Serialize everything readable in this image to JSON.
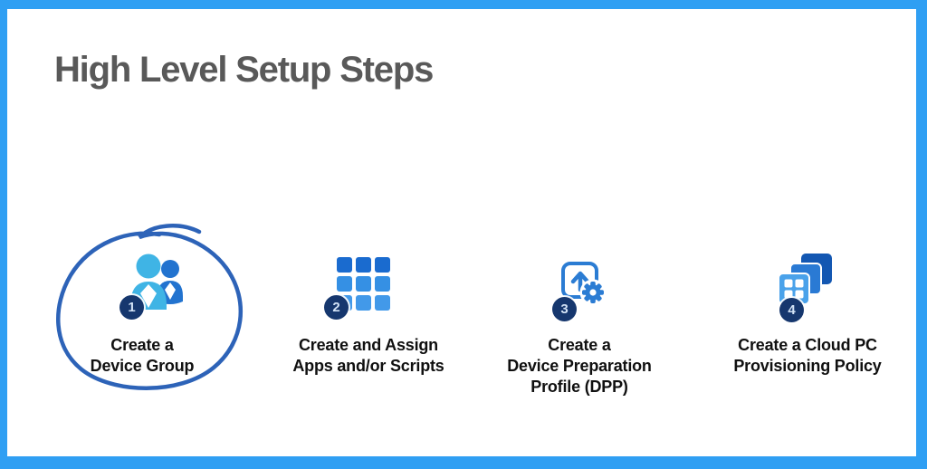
{
  "slide": {
    "title": "High Level Setup Steps"
  },
  "colors": {
    "frame_blue": "#2f9ff3",
    "title_gray": "#595959",
    "label_black": "#101010",
    "badge_navy": "#16376e",
    "badge_text": "#d3e3f6",
    "annotation_blue": "#2d63b8",
    "people_front": "#3fb4e5",
    "people_back": "#2273cf",
    "grid_row_top": "#1a6bcf",
    "grid_row_mid": "#3590e4",
    "grid_row_bottom": "#4299e9",
    "dpp_blue": "#2b7cd3",
    "stack_back": "#1357b2",
    "stack_mid": "#2a7ad4",
    "stack_front": "#4aa2ea"
  },
  "steps": [
    {
      "number": "1",
      "icon": "people-group-icon",
      "lines": [
        "Create a",
        "Device Group"
      ]
    },
    {
      "number": "2",
      "icon": "apps-grid-icon",
      "lines": [
        "Create and Assign",
        "Apps and/or Scripts"
      ]
    },
    {
      "number": "3",
      "icon": "upload-profile-gear-icon",
      "lines": [
        "Create a",
        "Device Preparation",
        "Profile (DPP)"
      ]
    },
    {
      "number": "4",
      "icon": "stacked-windows-icon",
      "lines": [
        "Create a Cloud PC",
        "Provisioning Policy"
      ]
    }
  ],
  "annotation": {
    "type": "hand-drawn-circle",
    "highlights": "step-1"
  }
}
